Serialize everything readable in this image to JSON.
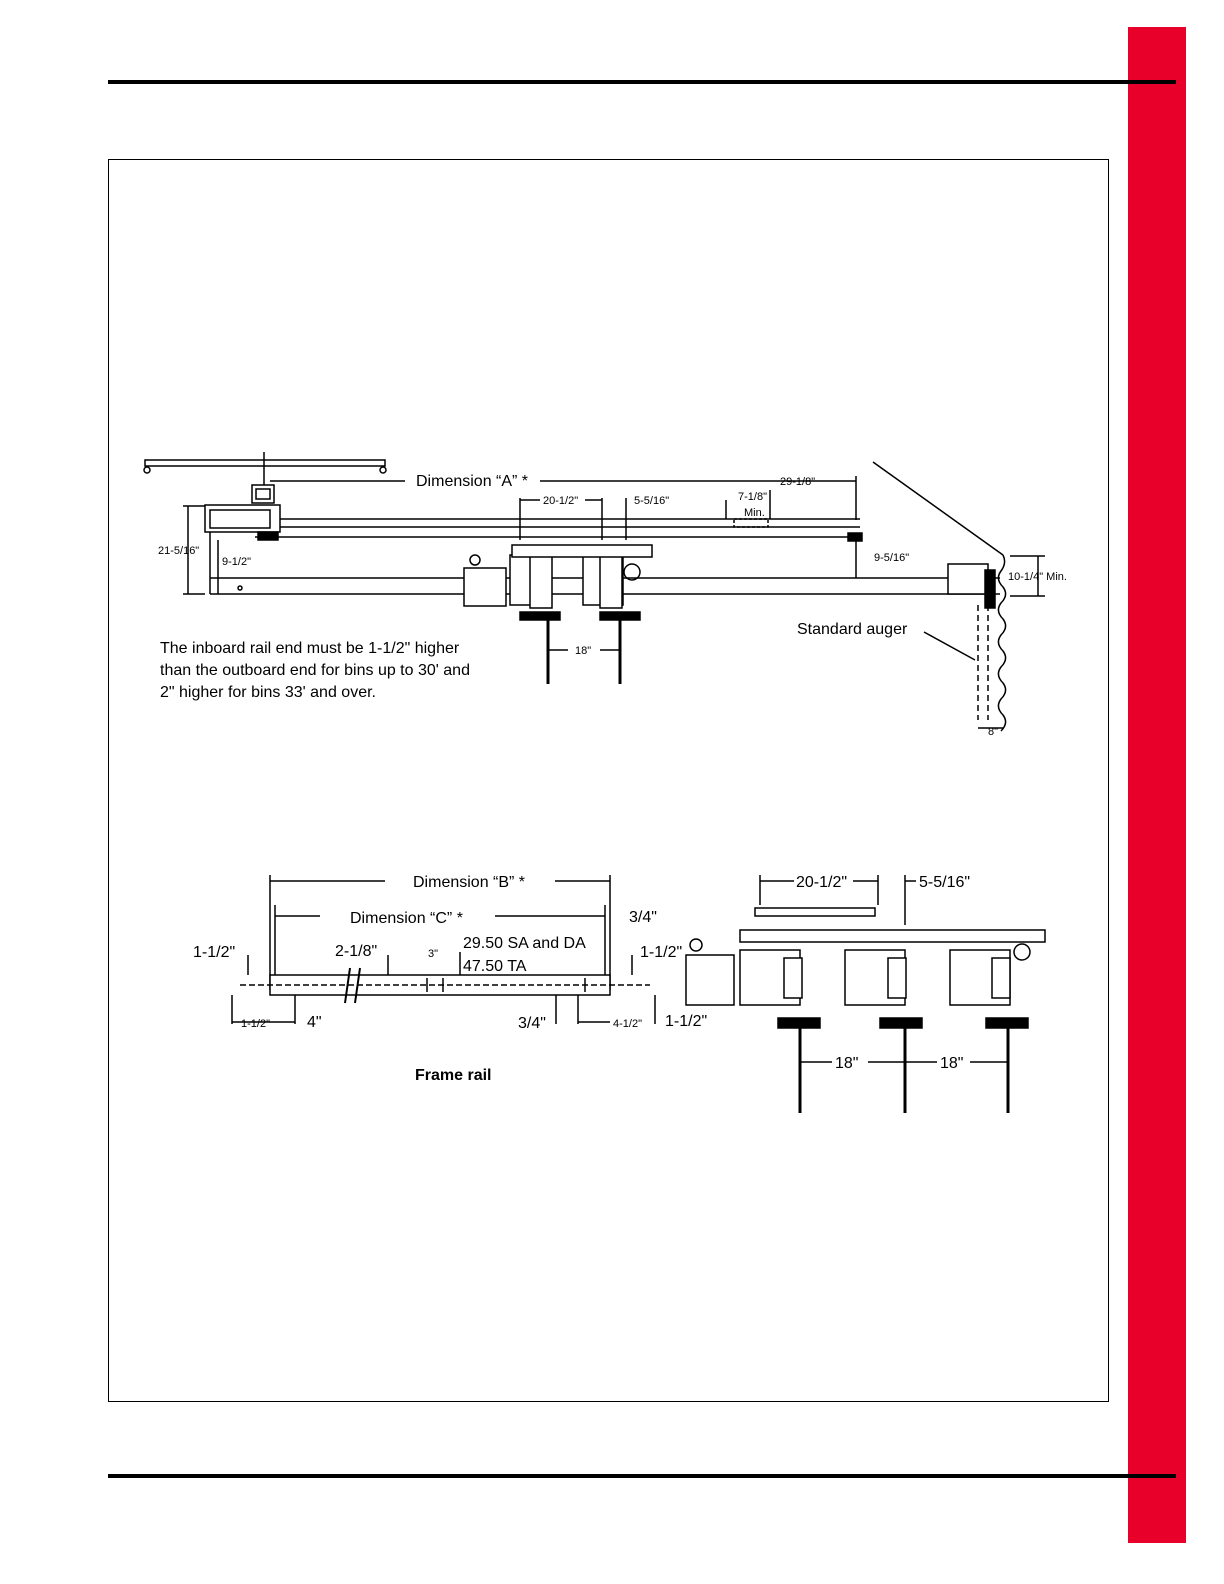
{
  "colors": {
    "tab": "#e8002a",
    "ink": "#000000",
    "paper": "#ffffff"
  },
  "top_diagram": {
    "dim_a": "Dimension “A” *",
    "d_29_1_8": "29-1/8\"",
    "d_20_1_2": "20-1/2\"",
    "d_5_5_16": "5-5/16\"",
    "d_7_1_8": "7-1/8\"",
    "min": "Min.",
    "d_21_5_16": "21-5/16\"",
    "d_9_1_2": "9-1/2\"",
    "d_9_5_16": "9-5/16\"",
    "d_10_1_4_min": "10-1/4\" Min.",
    "d_18": "18\"",
    "d_8": "8\"",
    "standard_auger": "Standard auger",
    "note_lines": [
      "The inboard rail end must be 1-1/2\" higher",
      "than the outboard end for bins up to 30' and",
      "2\" higher for bins 33' and over."
    ]
  },
  "frame_rail": {
    "dim_b": "Dimension “B” *",
    "dim_c": "Dimension “C” *",
    "d_3_4_top": "3/4\"",
    "d_1_1_2_left": "1-1/2\"",
    "d_2_1_8": "2-1/8\"",
    "d_3": "3\"",
    "sa_da": "29.50 SA and DA",
    "ta": "47.50 TA",
    "d_1_1_2_right": "1-1/2\"",
    "d_1_1_2_bottom_left": "1-1/2\"",
    "d_4": "4\"",
    "d_3_4_bottom": "3/4\"",
    "d_4_1_2": "4-1/2\"",
    "d_1_1_2_bottom_right": "1-1/2\"",
    "caption": "Frame rail"
  },
  "triple_unit": {
    "d_20_1_2": "20-1/2\"",
    "d_5_5_16": "5-5/16\"",
    "d_18_a": "18\"",
    "d_18_b": "18\""
  }
}
